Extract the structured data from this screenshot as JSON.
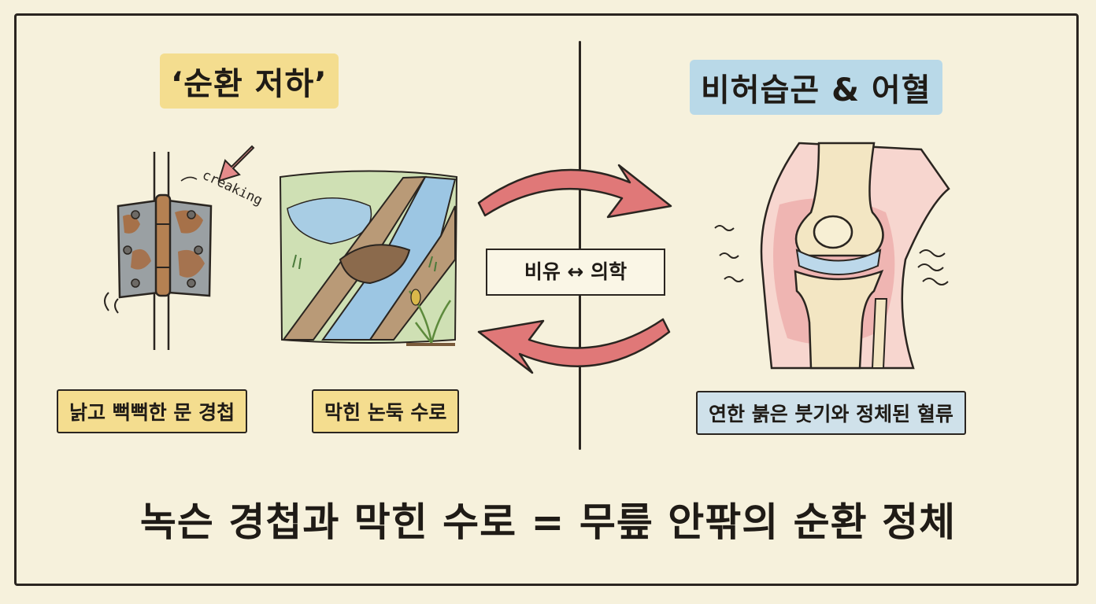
{
  "left_panel": {
    "title": "‘순환 저하’",
    "hinge_label": "낡고 뻑뻑한 문 경첩",
    "hinge_sound_text": "creaking",
    "ditch_label": "막힌 논둑 수로"
  },
  "center": {
    "label": "비유 ↔ 의학"
  },
  "right_panel": {
    "title": "비허습곤 & 어혈",
    "knee_label": "연한 붉은 붓기와 정체된 혈류"
  },
  "caption": "녹슨 경첩과 막힌 수로 = 무릎 안팎의 순환 정체",
  "colors": {
    "background": "#f6f1dc",
    "yellow_highlight": "#f4dd8f",
    "blue_highlight": "#b9d9e8",
    "arrow_red": "#e07878",
    "rust": "#a8683a"
  }
}
